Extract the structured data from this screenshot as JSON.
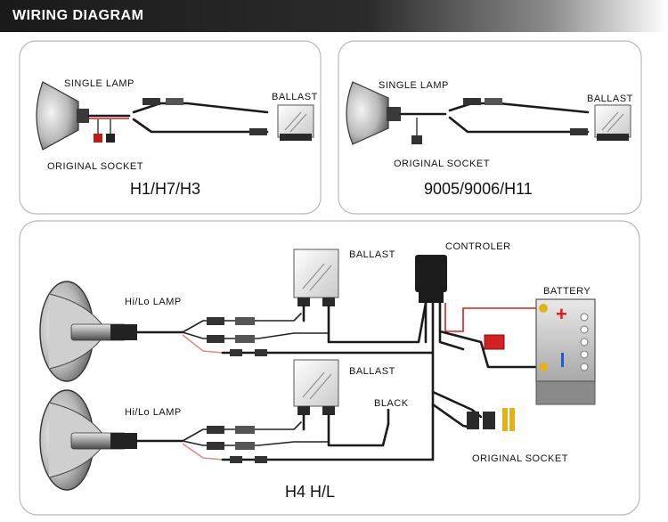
{
  "header": {
    "title": "WIRING DIAGRAM"
  },
  "panel_h1": {
    "lamp_label": "SINGLE LAMP",
    "ballast_label": "BALLAST",
    "socket_label": "ORIGINAL SOCKET",
    "model_label": "H1/H7/H3"
  },
  "panel_9005": {
    "lamp_label": "SINGLE LAMP",
    "ballast_label": "BALLAST",
    "socket_label": "ORIGINAL SOCKET",
    "model_label": "9005/9006/H11"
  },
  "panel_h4": {
    "lamp1_label": "Hi/Lo LAMP",
    "lamp2_label": "Hi/Lo LAMP",
    "ballast1_label": "BALLAST",
    "ballast2_label": "BALLAST",
    "controller_label": "CONTROLER",
    "battery_label": "BATTERY",
    "black_label": "BLACK",
    "socket_label": "ORIGINAL SOCKET",
    "model_label": "H4 H/L",
    "battery_plus": "+",
    "battery_minus": "-"
  },
  "colors": {
    "positive": "#e01818",
    "negative": "#1a5fd1",
    "wire": "#1b1b1b"
  }
}
